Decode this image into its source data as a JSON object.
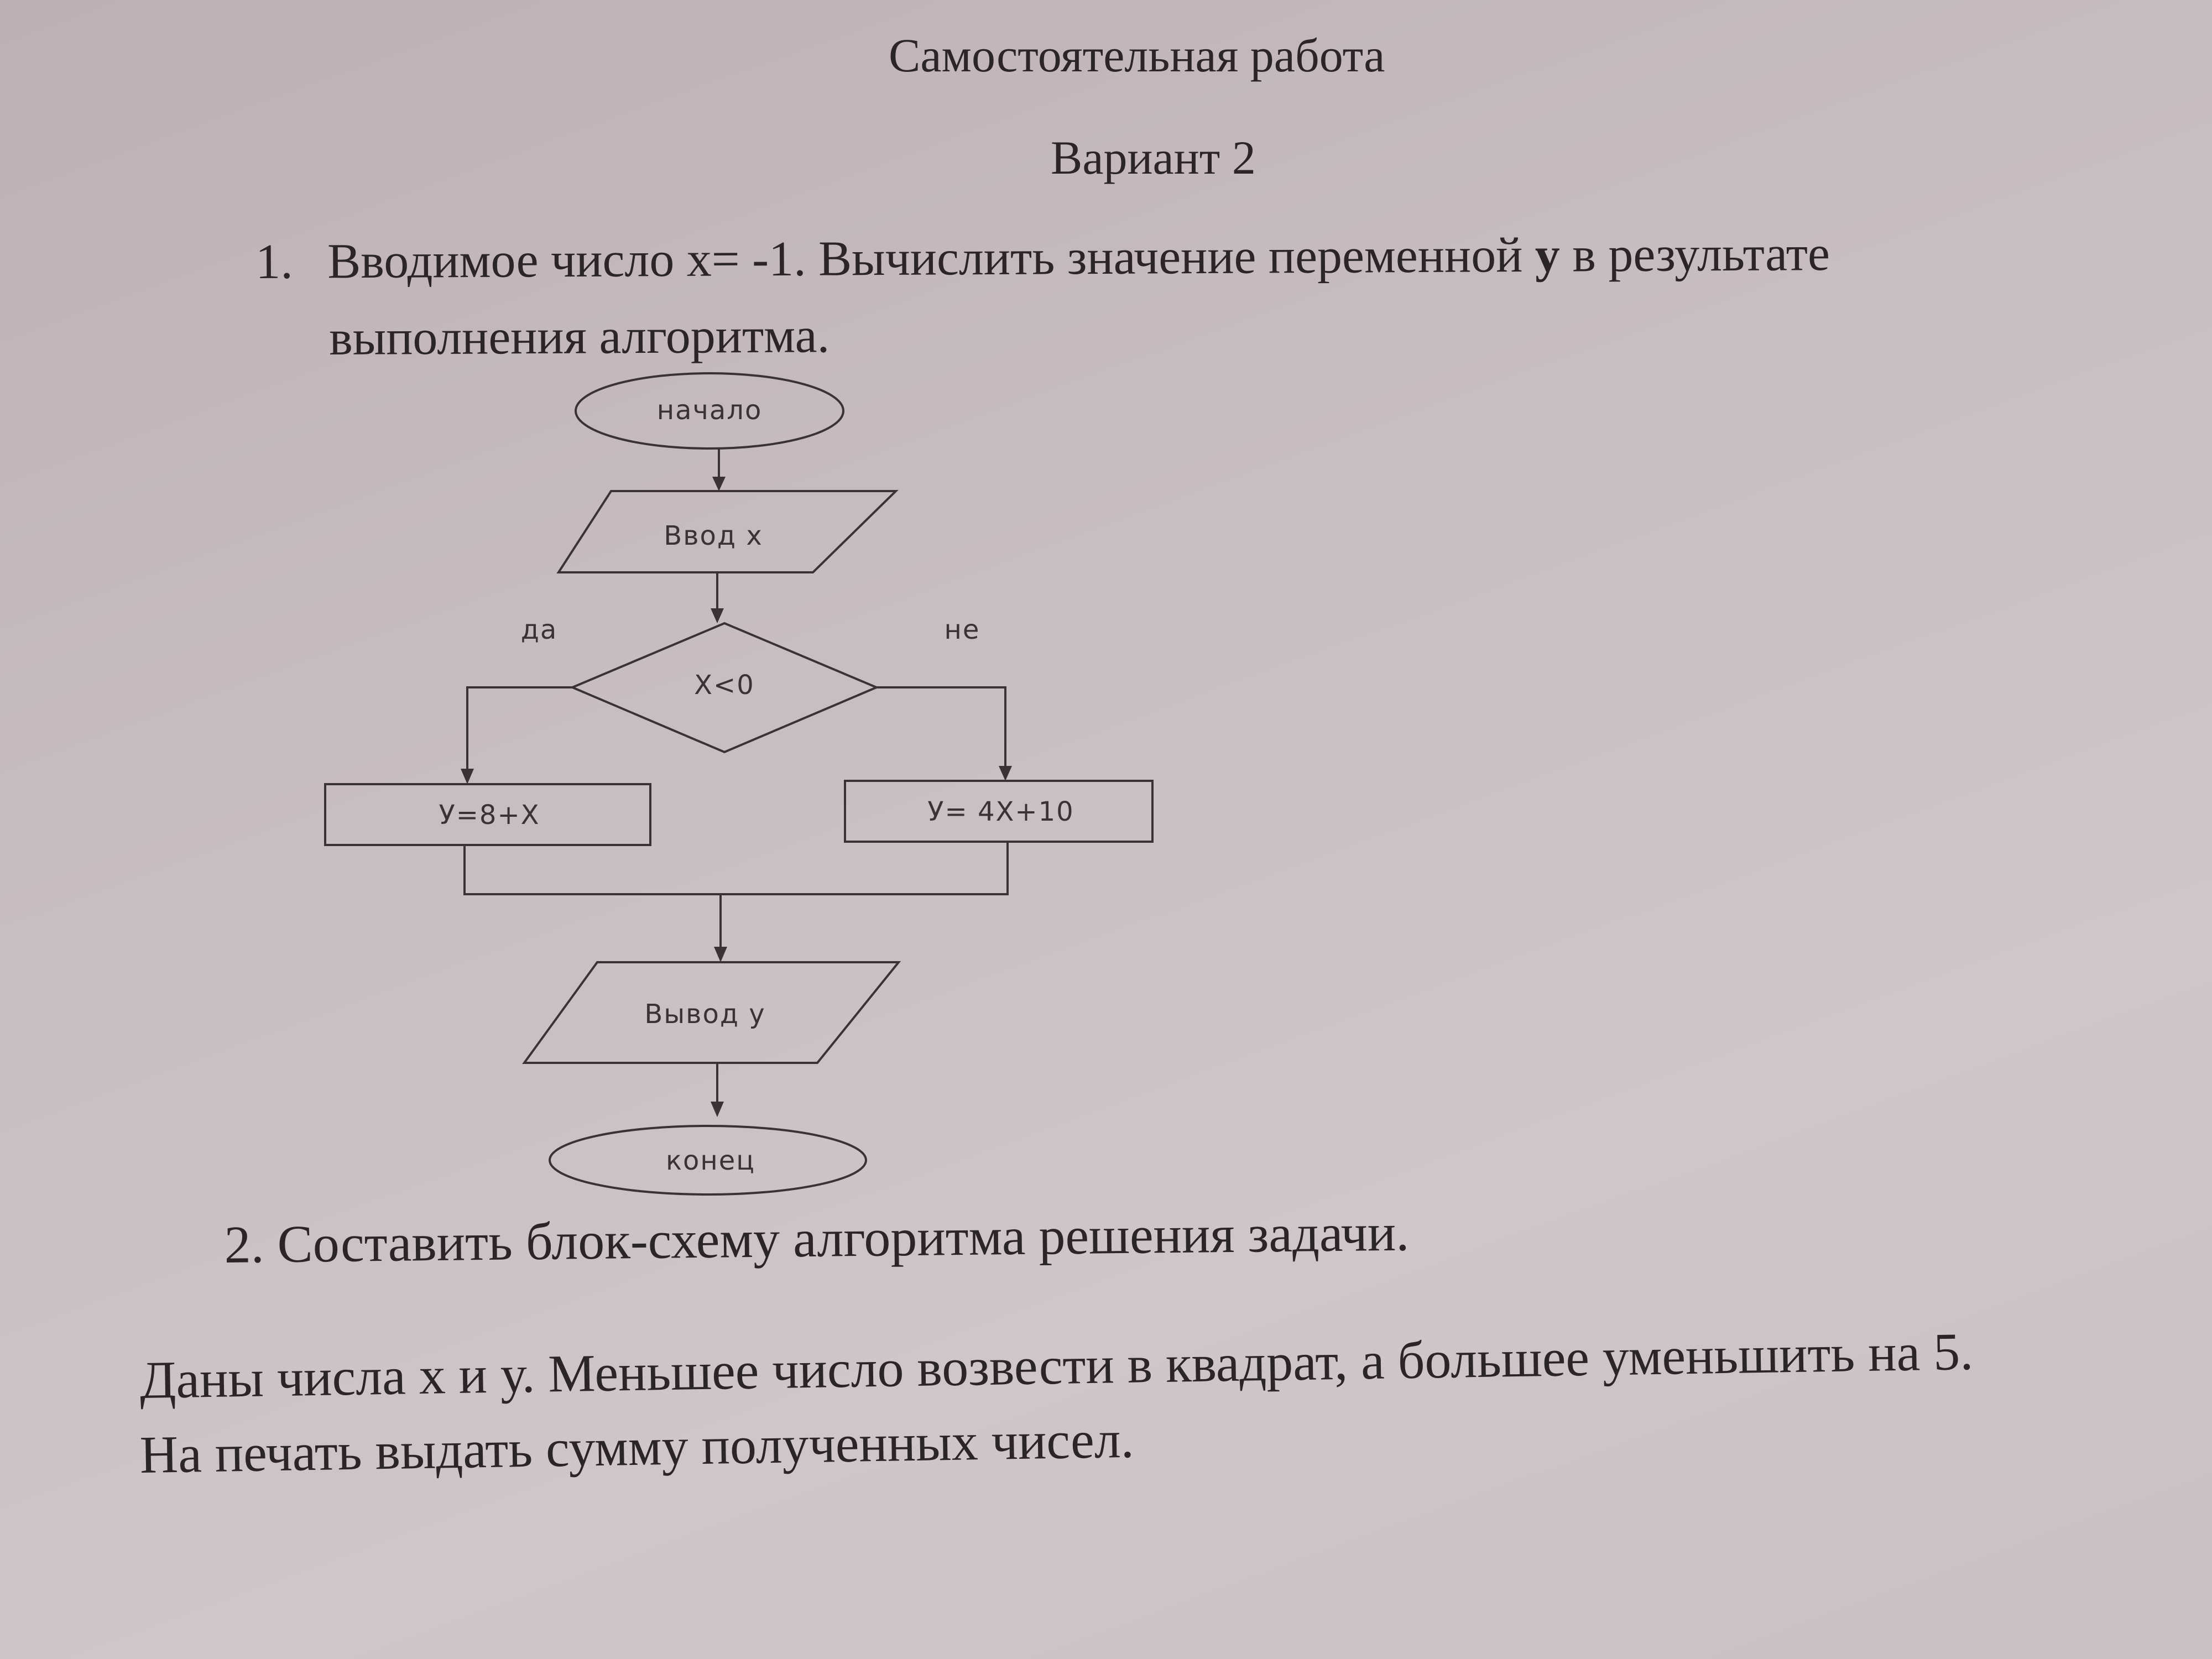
{
  "header": {
    "title": "Самостоятельная работа",
    "variant": "Вариант 2"
  },
  "task1": {
    "number": "1.",
    "line1_before": "Вводимое число х= -1. Вычислить значение переменной ",
    "line1_var": "у",
    "line1_after": " в результате",
    "line2": "выполнения алгоритма."
  },
  "flowchart": {
    "start": "начало",
    "input": "Ввод x",
    "yes_label": "да",
    "no_label": "не",
    "condition": "X<0",
    "branch_yes": "У=8+X",
    "branch_no": "У= 4X+10",
    "output": "Вывод у",
    "end": "конец"
  },
  "task2": {
    "heading": "2.  Составить блок-схему алгоритма решения задачи.",
    "line1": "Даны числа х и у. Меньшее число возвести в квадрат, а большее уменьшить на 5.",
    "line2": "На печать выдать сумму полученных чисел."
  }
}
